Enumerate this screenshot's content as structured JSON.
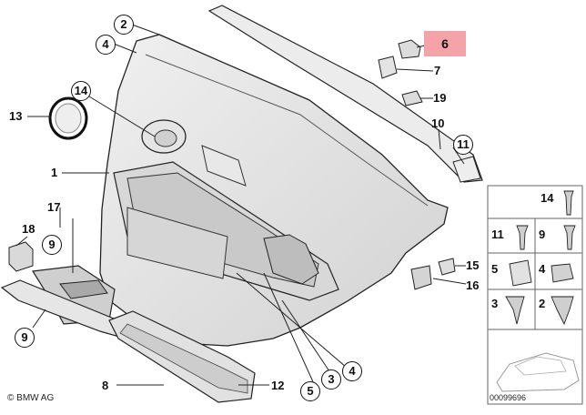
{
  "labels": {
    "n1": "1",
    "n2": "2",
    "n3": "3",
    "n4": "4",
    "n5": "5",
    "n6": "6",
    "n7": "7",
    "n8": "8",
    "n9": "9",
    "n10": "10",
    "n11": "11",
    "n12": "12",
    "n13": "13",
    "n14": "14",
    "n15": "15",
    "n16": "16",
    "n17": "17",
    "n18": "18",
    "n19": "19"
  },
  "footer": {
    "brand": "© BMW AG",
    "code": "00099696"
  },
  "colors": {
    "highlight": "#f4a3a8",
    "ink": "#111111",
    "panel": "#e3e3e3"
  }
}
